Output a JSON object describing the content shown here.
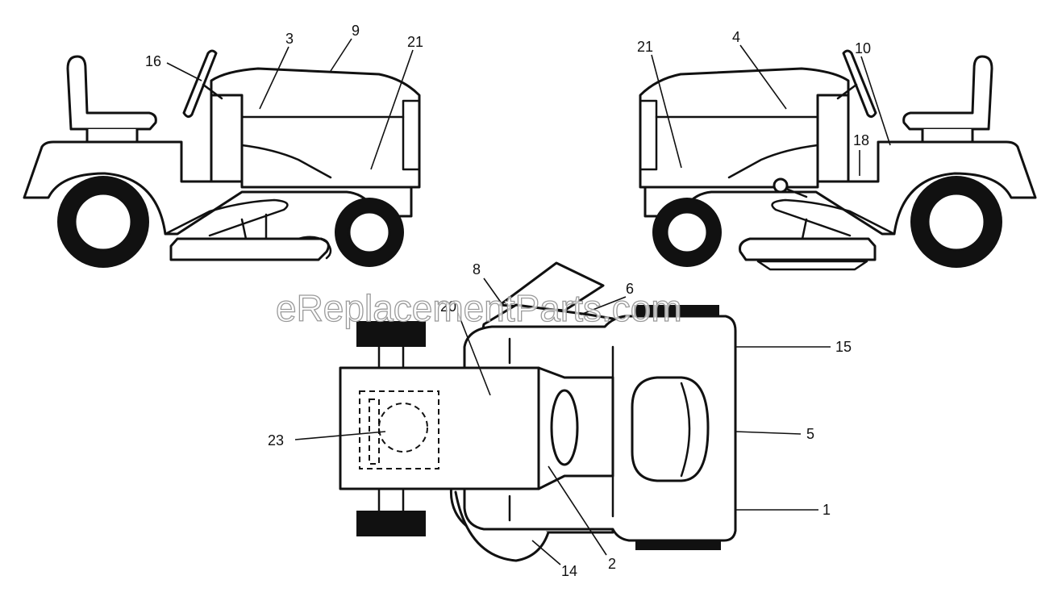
{
  "watermark": "eReplacementParts.com",
  "callouts": {
    "c1": "1",
    "c2": "2",
    "c3": "3",
    "c4": "4",
    "c5": "5",
    "c6": "6",
    "c8": "8",
    "c9": "9",
    "c10": "10",
    "c14": "14",
    "c15": "15",
    "c16": "16",
    "c18": "18",
    "c20": "20",
    "c21_left": "21",
    "c21_right": "21",
    "c23": "23"
  }
}
